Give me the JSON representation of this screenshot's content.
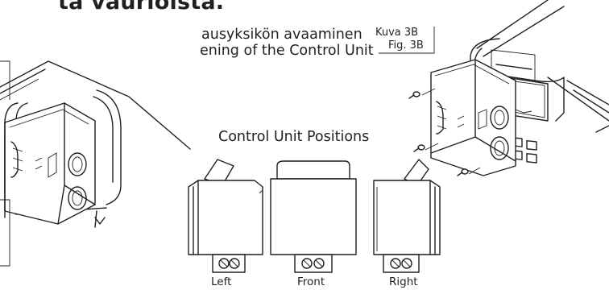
{
  "heading": "ta vaurioista.",
  "caption": {
    "finnish": "ausyksikön avaaminen",
    "english": "ening of the Control Unit"
  },
  "figure_label": {
    "finnish": "Kuva 3B",
    "english": "Fig. 3B"
  },
  "positions": {
    "title": "Control Unit Positions",
    "left": "Left",
    "front": "Front",
    "right": "Right"
  },
  "colors": {
    "line": "#231f20",
    "background": "#ffffff"
  }
}
